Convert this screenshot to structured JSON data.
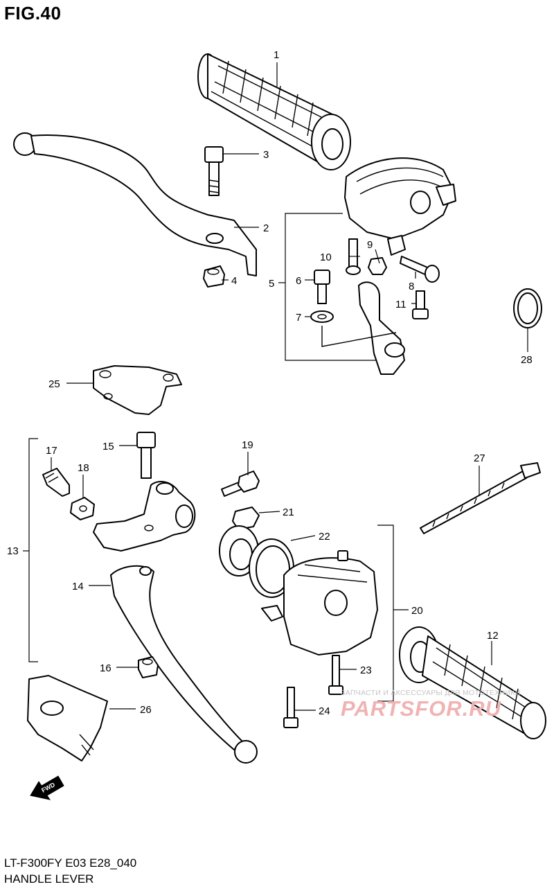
{
  "figure_title": "FIG.40",
  "callouts": {
    "p1": "1",
    "p2": "2",
    "p3": "3",
    "p4": "4",
    "p5": "5",
    "p6": "6",
    "p7": "7",
    "p8": "8",
    "p9": "9",
    "p10": "10",
    "p11": "11",
    "p12": "12",
    "p13": "13",
    "p14": "14",
    "p15": "15",
    "p16": "16",
    "p17": "17",
    "p18": "18",
    "p19": "19",
    "p20": "20",
    "p21": "21",
    "p22": "22",
    "p23": "23",
    "p24": "24",
    "p25": "25",
    "p26": "26",
    "p27": "27",
    "p28": "28"
  },
  "fwd_label": "FWD",
  "watermark": {
    "tagline": "ЗАПЧАСТИ И АКСЕССУАРЫ ДЛЯ МОТОТЕХНИКИ",
    "logo": "PARTSFOR.RU"
  },
  "footer": {
    "model_code": "LT-F300FY E03 E28_040",
    "section_title": "HANDLE LEVER"
  },
  "colors": {
    "ink": "#000000",
    "watermark_red": "#f0b3b3",
    "watermark_grey": "#c4c4c4"
  }
}
